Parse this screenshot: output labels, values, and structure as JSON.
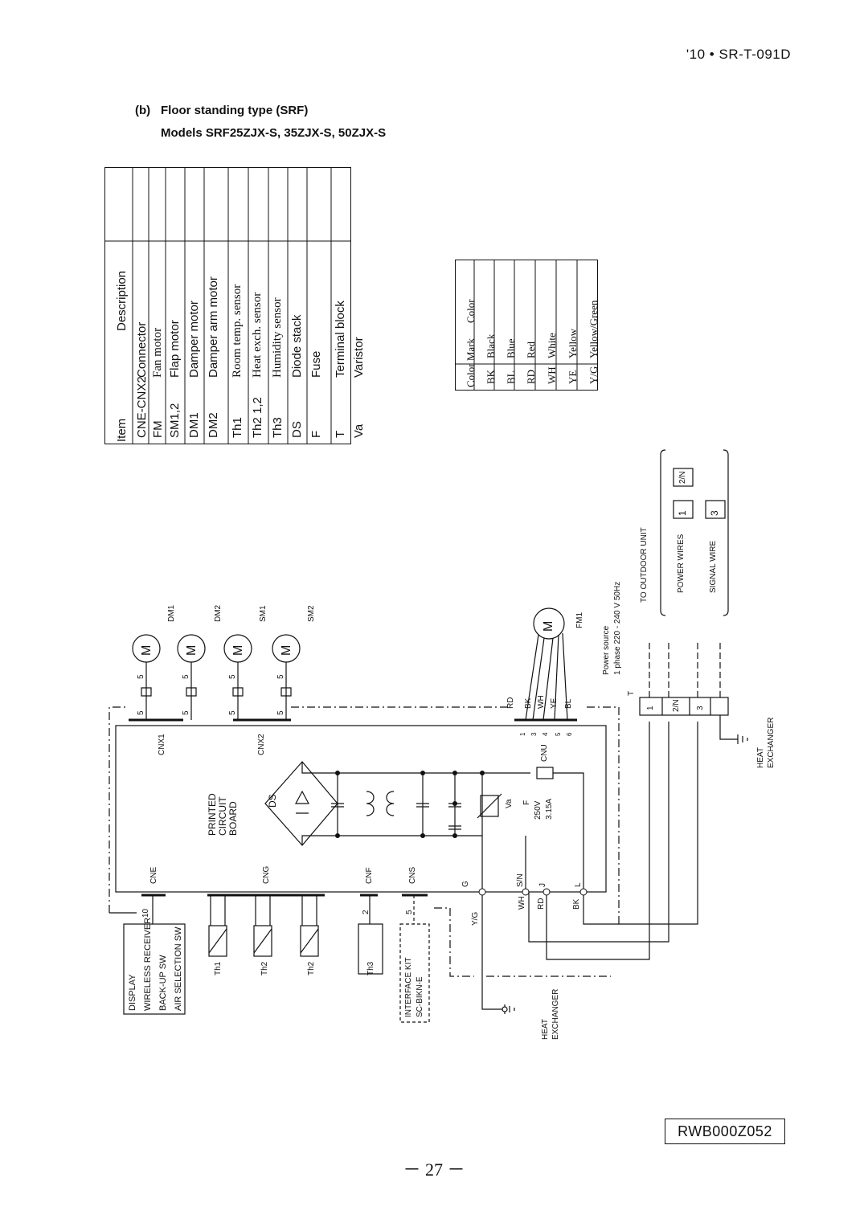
{
  "header": {
    "doc_id": "'10 • SR-T-091D"
  },
  "section": {
    "label": "(b)",
    "title": "Floor standing type (SRF)",
    "models": "Models SRF25ZJX-S, 35ZJX-S, 50ZJX-S"
  },
  "parts_table": {
    "headers": {
      "item": "Item",
      "description": "Description"
    },
    "rows": [
      {
        "item": "CNE-CNX2",
        "description": "Connector"
      },
      {
        "item": "FM",
        "description": "Fan motor"
      },
      {
        "item": "SM1,2",
        "description": "Flap motor"
      },
      {
        "item": "DM1",
        "description": "Damper motor"
      },
      {
        "item": "DM2",
        "description": "Damper arm motor"
      },
      {
        "item": "Th1",
        "description": "Room temp. sensor"
      },
      {
        "item": "Th2 1,2",
        "description": "Heat exch. sensor"
      },
      {
        "item": "Th3",
        "description": "Humidity sensor"
      },
      {
        "item": "DS",
        "description": "Diode stack"
      },
      {
        "item": "F",
        "description": "Fuse"
      },
      {
        "item": "T",
        "description": "Terminal block"
      },
      {
        "item": "Va",
        "description": "Varistor"
      }
    ]
  },
  "color_table": {
    "headers": {
      "mark": "Color Mark",
      "color": "Color"
    },
    "rows": [
      {
        "mark": "BK",
        "color": "Black"
      },
      {
        "mark": "BL",
        "color": "Blue"
      },
      {
        "mark": "RD",
        "color": "Red"
      },
      {
        "mark": "WH",
        "color": "White"
      },
      {
        "mark": "YE",
        "color": "Yellow"
      },
      {
        "mark": "Y/G",
        "color": "Yellow/Green"
      }
    ]
  },
  "diagram": {
    "motors": [
      "DM1",
      "DM2",
      "SM1",
      "SM2"
    ],
    "motor_symbol": "M",
    "wire_count": "5",
    "connectors": [
      "CNX1",
      "CNX2",
      "CNE",
      "CNG",
      "CNF",
      "CNS",
      "CNU"
    ],
    "board_label": [
      "PRINTED",
      "CIRCUIT",
      "BOARD"
    ],
    "ds_label": "DS",
    "fuse": {
      "label": "F",
      "rating_v": "250V",
      "rating_a": "3.15A"
    },
    "varistor": "Va",
    "fan_motor": "FM1",
    "cnu_pins": [
      "1",
      "3",
      "4",
      "5",
      "6"
    ],
    "cnu_wires": [
      "RD",
      "BK",
      "WH",
      "YE",
      "BL"
    ],
    "terminal_marks": [
      "G",
      "S/N",
      "J",
      "L"
    ],
    "bottom_wires": [
      "Y/G",
      "WH",
      "RD",
      "BK"
    ],
    "sensors": [
      "Th1",
      "Th2",
      "Th2",
      "Th3"
    ],
    "cne_count": "10",
    "cnf_count": "2",
    "cns_count": "5",
    "display_box": [
      "DISPLAY",
      "WIRELESS RECEIVER",
      "BACK-UP SW",
      "AIR SELECTION SW"
    ],
    "interface_kit": [
      "INTERFACE KIT",
      "SC-BIKN-E"
    ],
    "heat_exchanger": [
      "HEAT",
      "EXCHANGER"
    ],
    "power_source": [
      "Power source",
      "1 phase 220 - 240 V  50Hz"
    ],
    "terminal_block": "T",
    "terminals": [
      "1",
      "2/N",
      "3"
    ],
    "outdoor": {
      "title": "TO OUTDOOR UNIT",
      "power_wires": "POWER WIRES",
      "signal_wire": "SIGNAL WIRE",
      "terms": [
        "1",
        "2/N",
        "3"
      ]
    }
  },
  "footer": {
    "doc_code": "RWB000Z052",
    "page": "－ 27 －"
  }
}
